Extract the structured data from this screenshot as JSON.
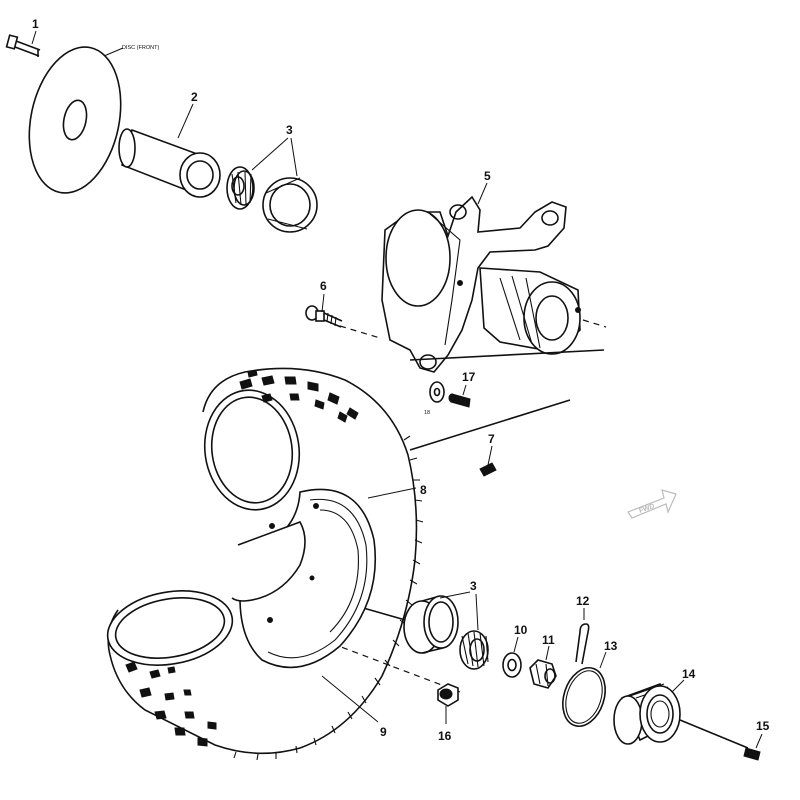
{
  "labels": {
    "p1": "1",
    "p2": "2",
    "p3_top": "3",
    "p5": "5",
    "p6": "6",
    "p17": "17",
    "p7": "7",
    "p8": "8",
    "p3_bottom": "3",
    "p10": "10",
    "p11": "11",
    "p12": "12",
    "p13": "13",
    "p14": "14",
    "p15": "15",
    "p16": "16",
    "p9": "9",
    "p18": "18"
  },
  "annotations": {
    "disc": "DISC (FRONT)",
    "forward": "FWD"
  }
}
